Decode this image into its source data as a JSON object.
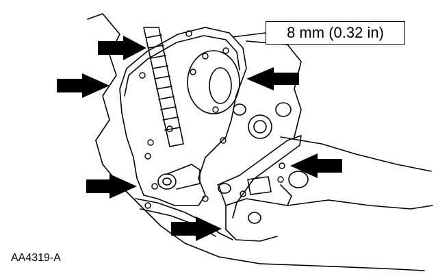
{
  "figure": {
    "dimension_callout": "8 mm (0.32 in)",
    "figure_id": "AA4319-A",
    "ink_color": "#000000",
    "paper_color": "#ffffff",
    "arrow_count": 6
  }
}
